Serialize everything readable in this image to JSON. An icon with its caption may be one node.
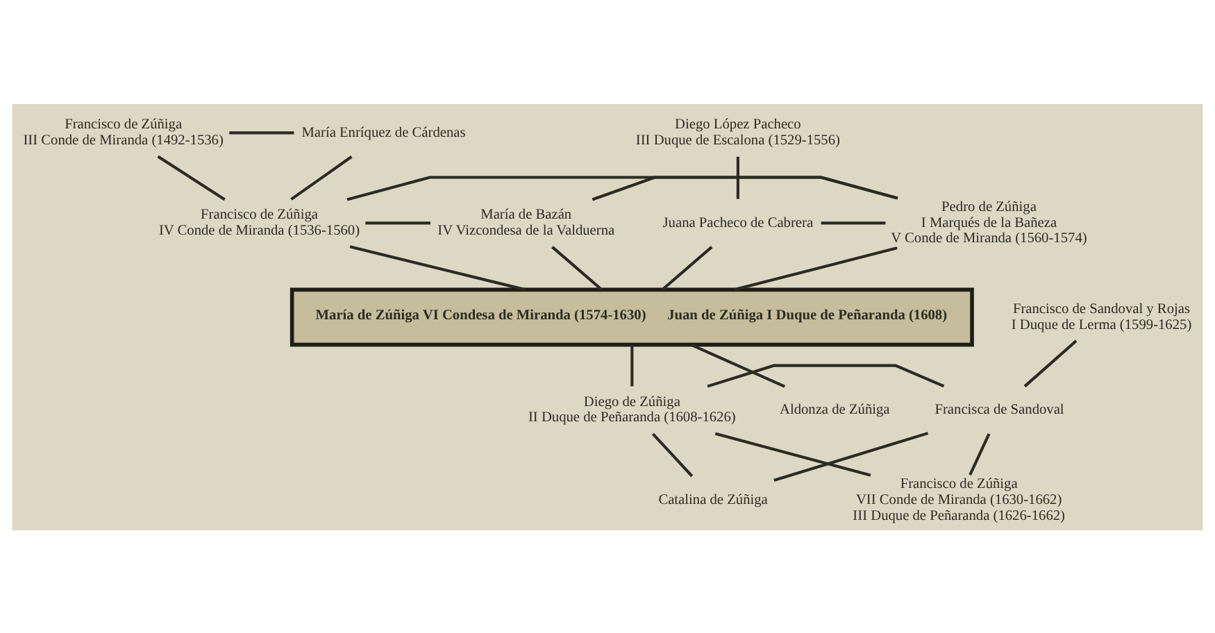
{
  "diagram": {
    "nodes": [
      {
        "text": [
          "Francisco de Zúñiga",
          "III Conde de Miranda (1492-1536)"
        ]
      },
      {
        "text": [
          "María Enríquez de Cárdenas"
        ]
      },
      {
        "text": [
          "Diego López Pacheco",
          "III Duque de Escalona (1529-1556)"
        ]
      },
      {
        "text": [
          "Francisco de Zúñiga",
          "IV Conde de Miranda (1536-1560)"
        ]
      },
      {
        "text": [
          "María de Bazán",
          "IV Vizcondesa de la Valduerna"
        ]
      },
      {
        "text": [
          "Juana Pacheco de Cabrera"
        ]
      },
      {
        "text": [
          "Pedro de Zúñiga",
          "I Marqués de la Bañeza",
          "V Conde de Miranda (1560-1574)"
        ]
      },
      {
        "text": [
          "María de Zúñiga VI Condesa de Miranda (1574-1630)",
          "Juan de Zúñiga I Duque de Peñaranda (1608)"
        ]
      },
      {
        "text": [
          "Francisco de Sandoval y Rojas",
          "I Duque de Lerma (1599-1625)"
        ]
      },
      {
        "text": [
          "Aldonza de Zúñiga"
        ]
      },
      {
        "text": [
          "Diego de Zúñiga",
          "II Duque de Peñaranda (1608-1626)"
        ]
      },
      {
        "text": [
          "Francisca de Sandoval"
        ]
      },
      {
        "text": [
          "Catalina de Zúñiga"
        ]
      },
      {
        "text": [
          "Francisco de Zúñiga",
          "VII Conde de Miranda (1630-1662)",
          "III Duque de Peñaranda (1626-1662)"
        ]
      }
    ],
    "edges": [
      {
        "from": 0,
        "to": 1,
        "arrow": "none"
      },
      {
        "from": 0,
        "to": 3,
        "arrow": "none"
      },
      {
        "from": 1,
        "to": 3,
        "arrow": "none"
      },
      {
        "from": 2,
        "to": 5,
        "arrow": "none"
      },
      {
        "from": 3,
        "to": 4,
        "arrow": "none"
      },
      {
        "from": 3,
        "to": 6,
        "arrow": "none"
      },
      {
        "from": 4,
        "to": 6,
        "arrow": "none"
      },
      {
        "from": 3,
        "to": 7,
        "arrow": "none"
      },
      {
        "from": 4,
        "to": 7,
        "arrow": "none"
      },
      {
        "from": 5,
        "to": 6,
        "arrow": "none"
      },
      {
        "from": 5,
        "to": 7,
        "arrow": "none"
      },
      {
        "from": 6,
        "to": 7,
        "arrow": "none"
      },
      {
        "from": 7,
        "to": 9,
        "arrow": "none"
      },
      {
        "from": 7,
        "to": 10,
        "arrow": "none"
      },
      {
        "from": 8,
        "to": 11,
        "arrow": "none"
      },
      {
        "from": 10,
        "to": 11,
        "arrow": "none"
      },
      {
        "from": 10,
        "to": 12,
        "arrow": "none"
      },
      {
        "from": 11,
        "to": 12,
        "arrow": "none"
      },
      {
        "from": 10,
        "to": 13,
        "arrow": "none"
      },
      {
        "from": 11,
        "to": 13,
        "arrow": "none"
      }
    ]
  }
}
